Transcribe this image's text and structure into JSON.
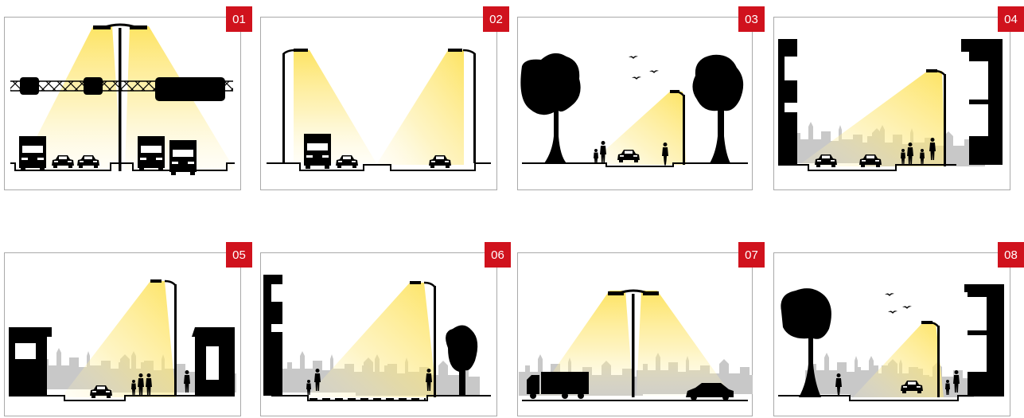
{
  "panels": [
    {
      "number": "01",
      "scene": "motorway-gantry"
    },
    {
      "number": "02",
      "scene": "divided-road"
    },
    {
      "number": "03",
      "scene": "park-road"
    },
    {
      "number": "04",
      "scene": "urban-street"
    },
    {
      "number": "05",
      "scene": "residential-street"
    },
    {
      "number": "06",
      "scene": "pedestrian-path"
    },
    {
      "number": "07",
      "scene": "industrial-road"
    },
    {
      "number": "08",
      "scene": "village-road"
    }
  ],
  "colors": {
    "badge": "#d0121d",
    "light": "#fde25a",
    "silhouette": "#000000",
    "skyline": "#c8c8c8",
    "frame": "#a9a9a9"
  }
}
